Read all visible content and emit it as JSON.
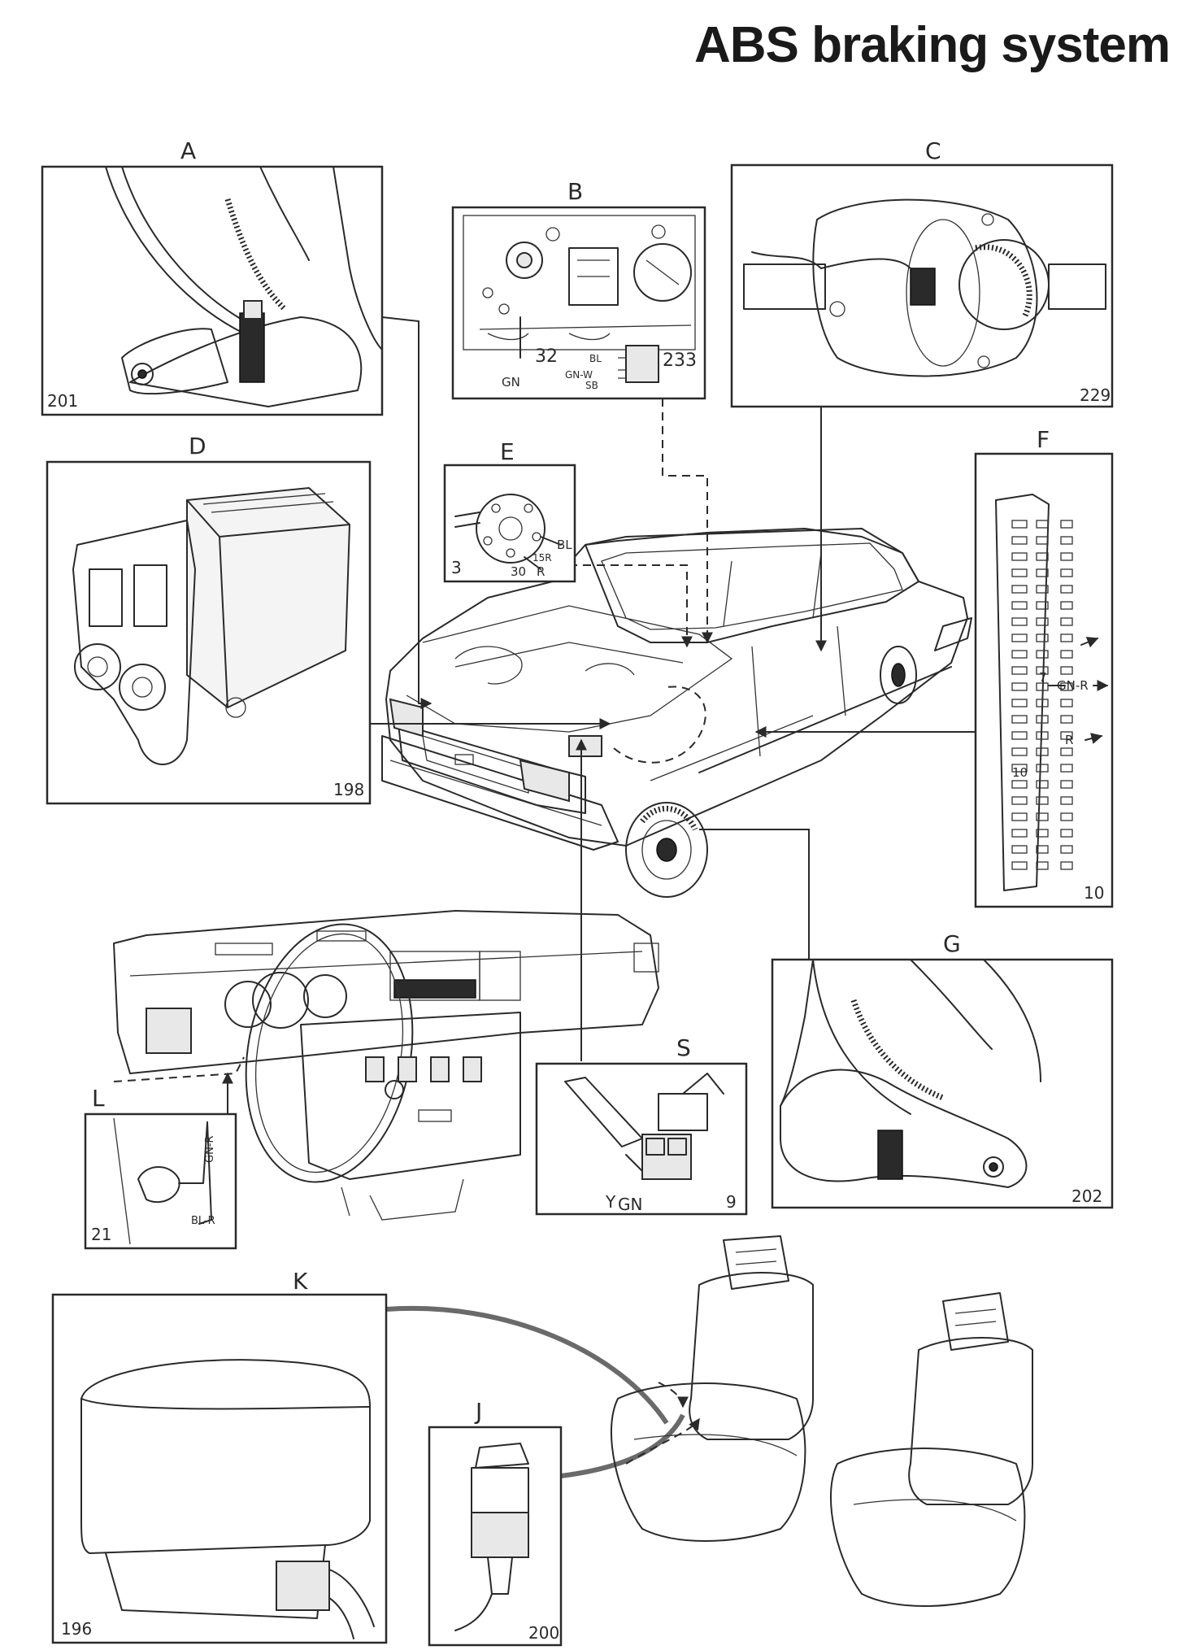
{
  "title": "ABS braking system",
  "panels": {
    "A": {
      "letter": "A",
      "ref": "201"
    },
    "B": {
      "letter": "B",
      "ref": "",
      "callouts": {
        "c32": "32",
        "c233": "233",
        "gn": "GN",
        "bl": "BL",
        "gnw": "GN-W",
        "sb": "SB"
      }
    },
    "C": {
      "letter": "C",
      "ref": "229"
    },
    "D": {
      "letter": "D",
      "ref": "198"
    },
    "E": {
      "letter": "E",
      "ref": "3",
      "callouts": {
        "bl": "BL",
        "r15": "15R",
        "r": "R",
        "p30": "30"
      }
    },
    "F": {
      "letter": "F",
      "ref": "10",
      "callouts": {
        "p7": "7",
        "p10": "10",
        "gnr": "GN-R",
        "r": "R"
      }
    },
    "G": {
      "letter": "G",
      "ref": "202"
    },
    "L": {
      "letter": "L",
      "ref": "21",
      "callouts": {
        "gnr": "GN-R",
        "blr": "BL-R"
      }
    },
    "S": {
      "letter": "S",
      "ref": "9",
      "callouts": {
        "y": "Y",
        "gn": "GN"
      }
    },
    "K": {
      "letter": "K",
      "ref": "196"
    },
    "J": {
      "letter": "J",
      "ref": "200"
    }
  }
}
